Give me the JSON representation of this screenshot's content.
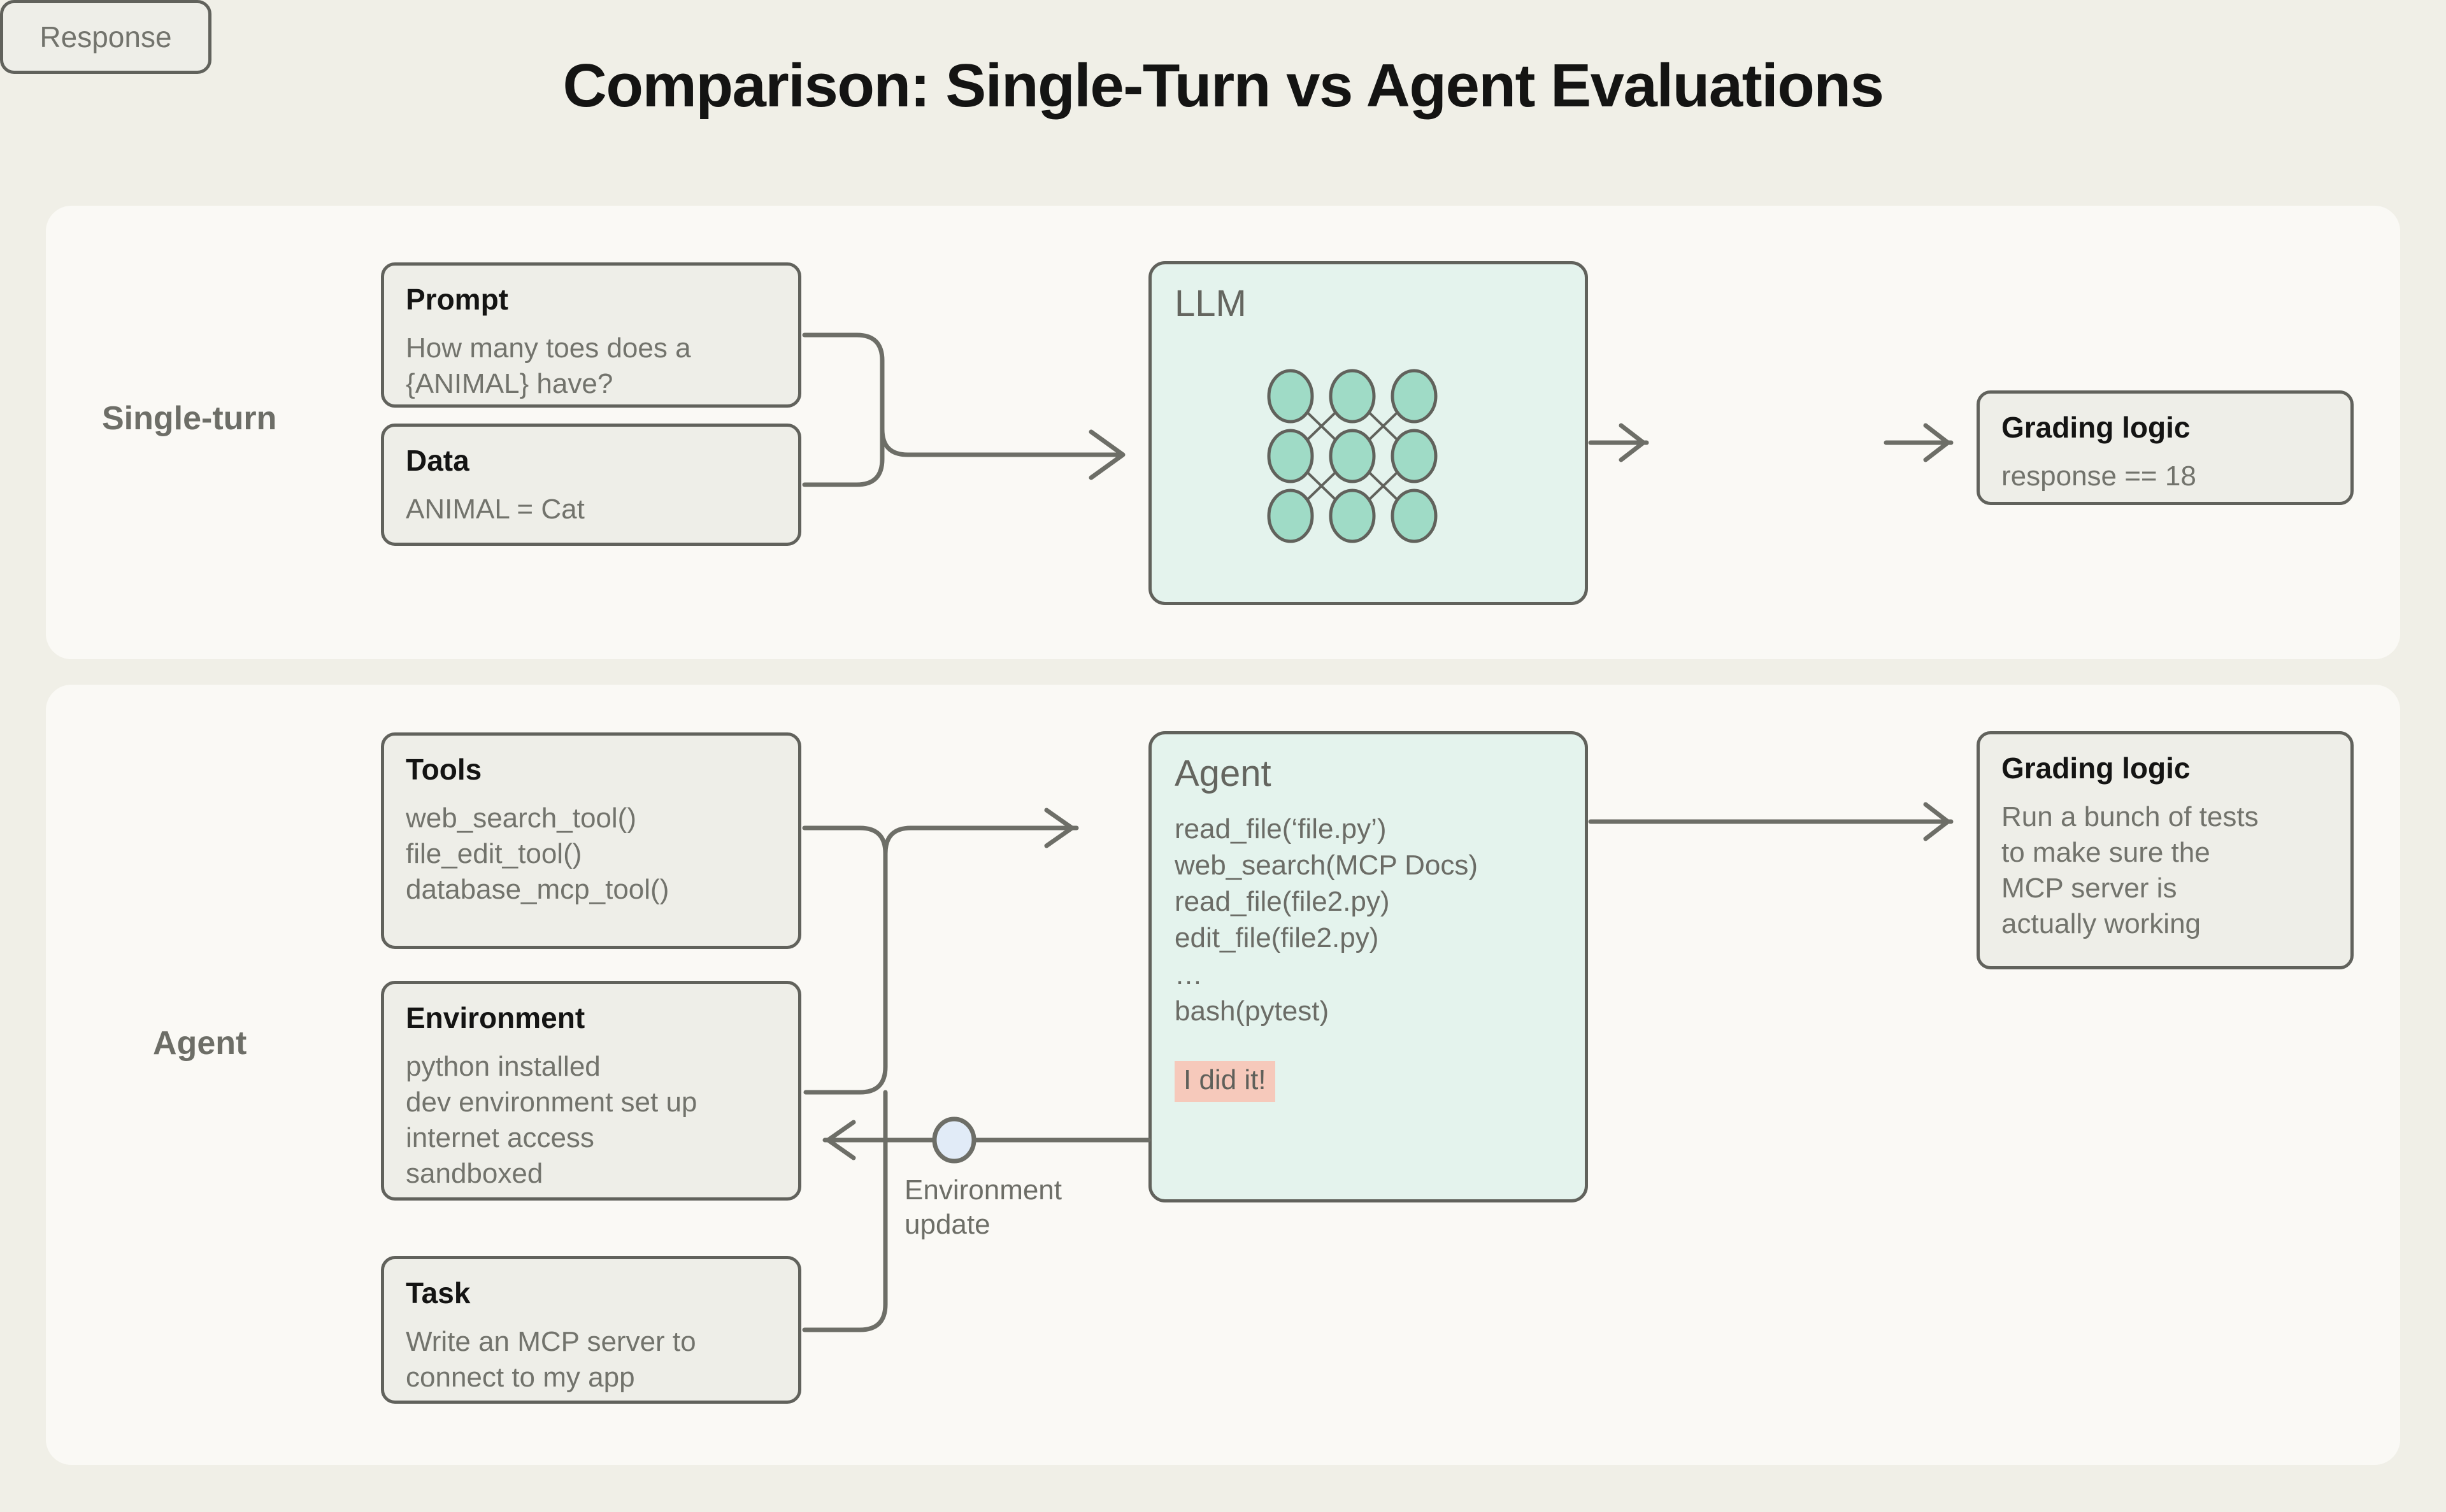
{
  "title": "Comparison: Single-Turn vs Agent Evaluations",
  "colors": {
    "page_background": "#f0efe7",
    "panel_background": "#faf9f5",
    "card_background": "#eeeee8",
    "card_border": "#61625c",
    "mint_fill": "#e4f3ed",
    "node_fill": "#9fdbc6",
    "success_highlight": "#f6c9bb",
    "update_dot": "#e1ebf7",
    "title_text": "#141413",
    "body_text": "#72736c"
  },
  "rows": {
    "single_turn": {
      "label": "Single-turn",
      "prompt": {
        "title": "Prompt",
        "body": "How many toes does a\n{ANIMAL} have?"
      },
      "data": {
        "title": "Data",
        "body": "ANIMAL = Cat"
      },
      "model": {
        "title": "LLM",
        "node_count": 9,
        "node_rows": 3,
        "node_cols": 3
      },
      "response": {
        "label": "Response"
      },
      "grading": {
        "title": "Grading logic",
        "body": "response == 18"
      }
    },
    "agent": {
      "label": "Agent",
      "tools": {
        "title": "Tools",
        "body": "web_search_tool()\nfile_edit_tool()\ndatabase_mcp_tool()"
      },
      "environment": {
        "title": "Environment",
        "body": "python installed\ndev environment set up\ninternet access\nsandboxed"
      },
      "task": {
        "title": "Task",
        "body": "Write an MCP server to\nconnect to my app"
      },
      "model": {
        "title": "Agent",
        "body": "read_file(‘file.py’)\nweb_search(MCP Docs)\nread_file(file2.py)\nedit_file(file2.py)\n…\nbash(pytest)",
        "success_message": "I did it!"
      },
      "feedback": {
        "label": "Environment\nupdate"
      },
      "grading": {
        "title": "Grading logic",
        "body": "Run a bunch of tests\nto make sure the\nMCP server is\nactually working"
      }
    }
  }
}
